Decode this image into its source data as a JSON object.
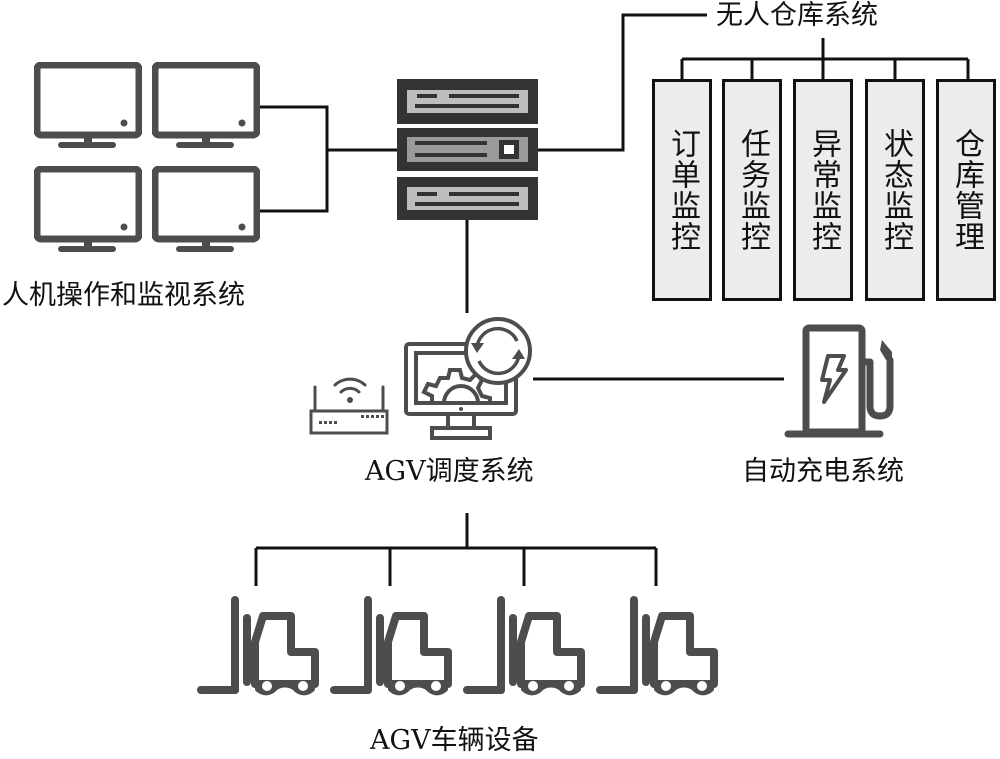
{
  "diagram": {
    "hmi": {
      "label": "人机操作和监视系统",
      "monitor_count": 4,
      "icon": "monitor-icon"
    },
    "server": {
      "icon": "server-rack-icon"
    },
    "warehouse": {
      "label": "无人仓库系统",
      "modules": [
        {
          "label": "订单监控"
        },
        {
          "label": "任务监控"
        },
        {
          "label": "异常监控"
        },
        {
          "label": "状态监控"
        },
        {
          "label": "仓库管理"
        }
      ]
    },
    "dispatch": {
      "label": "AGV调度系统",
      "icons": [
        "wifi-router-icon",
        "monitor-gear-icon",
        "sync-icon"
      ]
    },
    "charging": {
      "label": "自动充电系统",
      "icon": "charging-station-icon"
    },
    "agv": {
      "label": "AGV车辆设备",
      "vehicle_count": 4,
      "icon": "forklift-icon"
    },
    "colors": {
      "line": "#111111",
      "icon": "#4d4d4d",
      "module_fill": "#ececec",
      "server_dark": "#333333",
      "server_light": "#bdbdbd"
    }
  }
}
